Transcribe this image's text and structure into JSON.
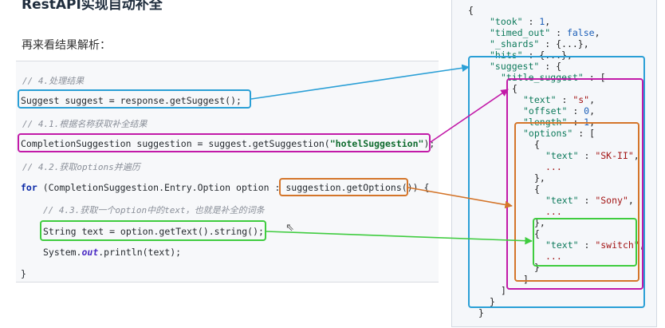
{
  "page": {
    "title": "RestAPI实现自动补全",
    "subtitle": "再来看结果解析："
  },
  "code": {
    "c1": "// 4.处理结果",
    "l1": "Suggest suggest = response.getSuggest();",
    "c2": "// 4.1.根据名称获取补全结果",
    "l2_a": "CompletionSuggestion suggestion = suggest.getSuggestion(",
    "l2_str": "\"hotelSuggestion\"",
    "l2_b": ");",
    "c3": "// 4.2.获取options并遍历",
    "l3_kw": "for",
    "l3_a": " (CompletionSuggestion.Entry.Option option : ",
    "l3_b": "suggestion.getOptions()",
    "l3_c": ") {",
    "c4": "// 4.3.获取一个option中的text，也就是补全的词条",
    "l4": "String text = option.getText().string();",
    "l5_a": "System.",
    "l5_fld": "out",
    "l5_b": ".println(text);",
    "close": "}"
  },
  "json": {
    "open": "{",
    "took_key": "\"took\"",
    "took_val": "1",
    "timed_key": "\"timed_out\"",
    "timed_val": "false",
    "shards_key": "\"_shards\"",
    "shards_val": "{...},",
    "hits_key": "\"hits\"",
    "hits_val": "{...},",
    "suggest_key": "\"suggest\"",
    "title_key": "\"title_suggest\"",
    "text_key": "\"text\"",
    "text_val": "\"s\"",
    "offset_key": "\"offset\"",
    "offset_val": "0",
    "length_key": "\"length\"",
    "length_val": "1",
    "options_key": "\"options\"",
    "opt1_val": "\"SK-II\"",
    "opt2_val": "\"Sony\"",
    "opt3_val": "\"switch\"",
    "dots": "..."
  },
  "colors": {
    "blue": "#2a9fd6",
    "magenta": "#c21aa8",
    "orange": "#d4752a",
    "green": "#3fcc3f"
  }
}
